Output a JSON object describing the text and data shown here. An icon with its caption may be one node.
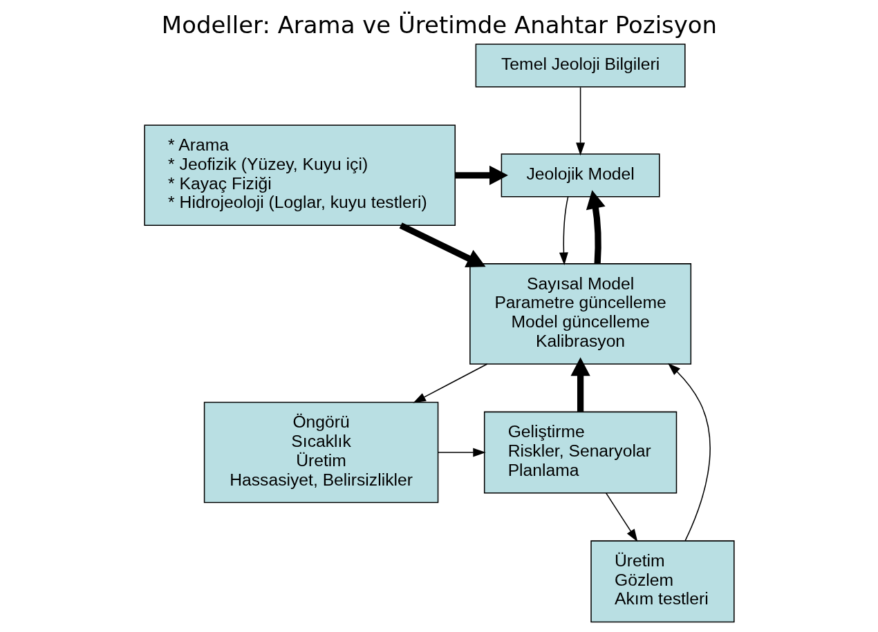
{
  "diagram": {
    "title": "Modeller: Arama ve Üretimde Anahtar Pozisyon",
    "nodes": [
      {
        "text": [
          "Temel Jeoloji Bilgileri"
        ]
      },
      {
        "text": [
          "* Arama",
          "* Jeofizik (Yüzey, Kuyu içi)",
          "* Kayaç Fiziği",
          "* Hidrojeoloji (Loglar, kuyu testleri)"
        ]
      },
      {
        "text": [
          "Jeolojik Model"
        ]
      },
      {
        "text": [
          "Sayısal Model",
          "Parametre güncelleme",
          "Model güncelleme",
          "Kalibrasyon"
        ]
      },
      {
        "text": [
          "Üretim",
          "Gözlem",
          "Akım testleri"
        ]
      },
      {
        "text": [
          "Öngörü",
          "Sıcaklık",
          "Üretim",
          "Hassasiyet, Belirsizlikler"
        ]
      },
      {
        "text": [
          "Geliştirme",
          "Riskler, Senaryolar",
          "Planlama"
        ]
      }
    ],
    "edges": [
      {
        "from": 0,
        "to": 2,
        "arrow": "to"
      },
      {
        "from": 1,
        "to": 2,
        "arrow": "to",
        "style": "thick"
      },
      {
        "from": 3,
        "to": 2,
        "arrow": "to",
        "style": "thick"
      },
      {
        "from": 2,
        "to": 3,
        "arrow": "to"
      },
      {
        "from": 1,
        "to": 3,
        "arrow": "to",
        "style": "thick"
      },
      {
        "from": 4,
        "to": 3,
        "arrow": "to"
      },
      {
        "from": 6,
        "to": 3,
        "arrow": "to",
        "style": "thick"
      },
      {
        "from": 3,
        "to": 5,
        "arrow": "to"
      },
      {
        "from": 5,
        "to": 6,
        "arrow": "to"
      },
      {
        "from": 6,
        "to": 4,
        "arrow": "to"
      }
    ]
  }
}
